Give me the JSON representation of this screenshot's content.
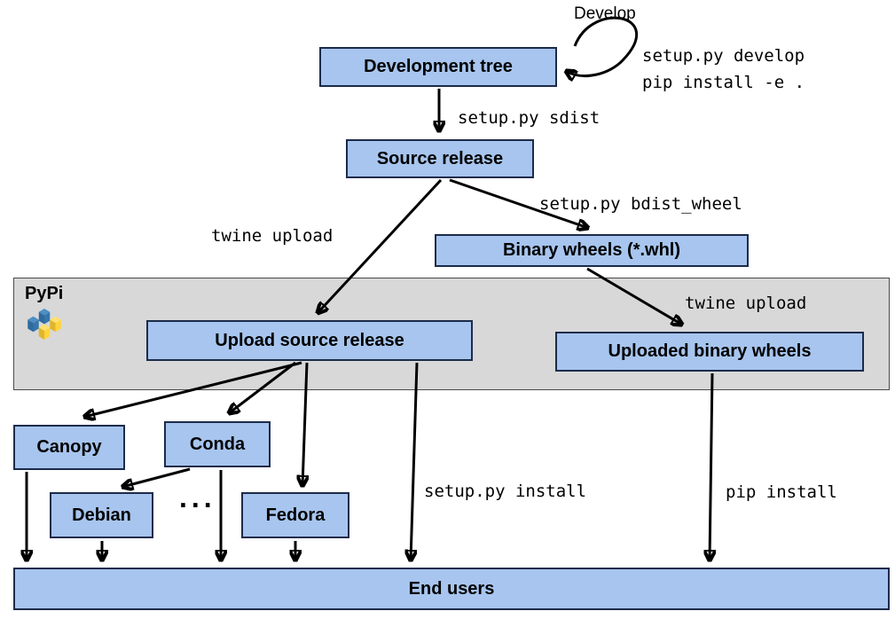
{
  "diagram": {
    "boxes": {
      "development_tree": "Development tree",
      "source_release": "Source release",
      "binary_wheels": "Binary wheels (*.whl)",
      "upload_source_release": "Upload source release",
      "uploaded_binary_wheels": "Uploaded binary wheels",
      "canopy": "Canopy",
      "conda": "Conda",
      "debian": "Debian",
      "fedora": "Fedora",
      "end_users": "End users"
    },
    "labels": {
      "develop": "Develop",
      "setup_develop": "setup.py develop",
      "pip_install_e": "pip install -e .",
      "setup_sdist": "setup.py sdist",
      "twine_upload_left": "twine upload",
      "setup_bdist_wheel": "setup.py bdist_wheel",
      "twine_upload_right": "twine upload",
      "setup_install": "setup.py install",
      "pip_install": "pip install",
      "pypi": "PyPi",
      "ellipsis": "..."
    },
    "colors": {
      "box_fill": "#a7c5ee",
      "box_border": "#1c2b4a",
      "band_fill": "#d8d8d8",
      "arrow": "#000000",
      "pypi_blue": "#3776ab",
      "pypi_yellow": "#ffd43b"
    }
  }
}
